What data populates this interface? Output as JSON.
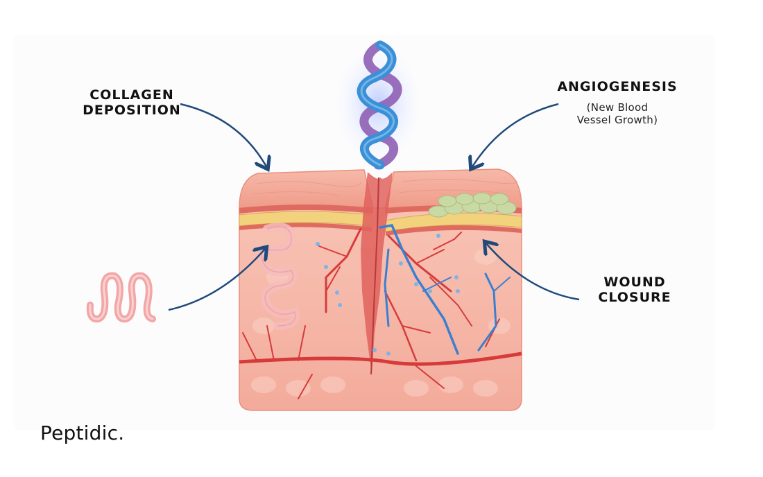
{
  "diagram": {
    "subject": "Skin tissue cross-section with wound healing by peptide",
    "labels": {
      "collagen": {
        "line1": "COLLAGEN",
        "line2": "DEPOSITION"
      },
      "angiogenesis": {
        "title": "ANGIOGENESIS",
        "sub1": "(New Blood",
        "sub2": "Vessel Growth)"
      },
      "wound": {
        "line1": "WOUND",
        "line2": "CLOSURE"
      }
    },
    "icons": [
      "peptide-helix-icon",
      "collagen-fiber-icon",
      "skin-tissue-block",
      "arrow-icon"
    ],
    "colors": {
      "arrow": "#1f4a7a",
      "skin": "#f2a496",
      "skin_light": "#f7c0b2",
      "artery": "#d63b3b",
      "vein": "#3c7fcf",
      "fat": "#f3d27e",
      "granulation": "#c8d9a4",
      "helix_blue": "#3b8fd6",
      "helix_purple": "#8e5fb5",
      "collagen_fiber": "#f0a4a4"
    }
  },
  "footer": {
    "brand": "Peptidic."
  }
}
